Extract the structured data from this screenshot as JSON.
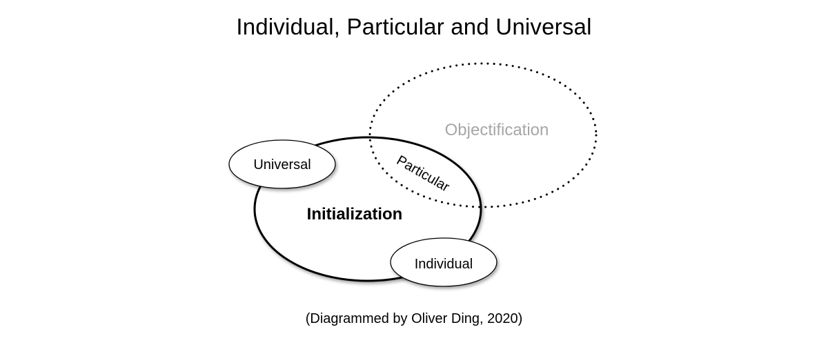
{
  "title": "Individual, Particular and Universal",
  "caption": "(Diagrammed by Oliver Ding, 2020)",
  "nodes": {
    "objectification": "Objectification",
    "initialization": "Initialization",
    "universal": "Universal",
    "particular": "Particular",
    "individual": "Individual"
  },
  "colors": {
    "objectification_text": "#a6a6a6",
    "stroke": "#000000"
  }
}
